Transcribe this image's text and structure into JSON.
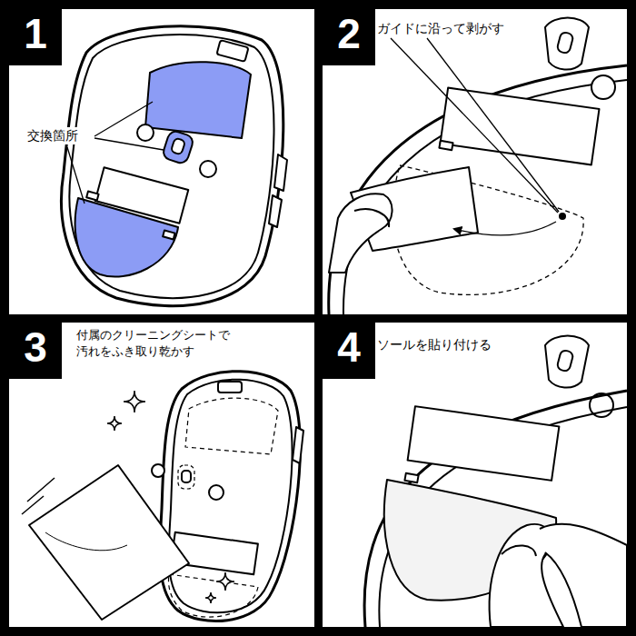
{
  "diagram": {
    "nodes": [
      {
        "text": [
          "1",
          "交換箇所"
        ]
      },
      {
        "text": [
          "2",
          "ガイドに沿って剥がす"
        ]
      },
      {
        "text": [
          "3",
          "付属のクリーニングシートで 汚れをふき取り乾かす"
        ]
      },
      {
        "text": [
          "4",
          "ソールを貼り付ける"
        ]
      }
    ]
  }
}
